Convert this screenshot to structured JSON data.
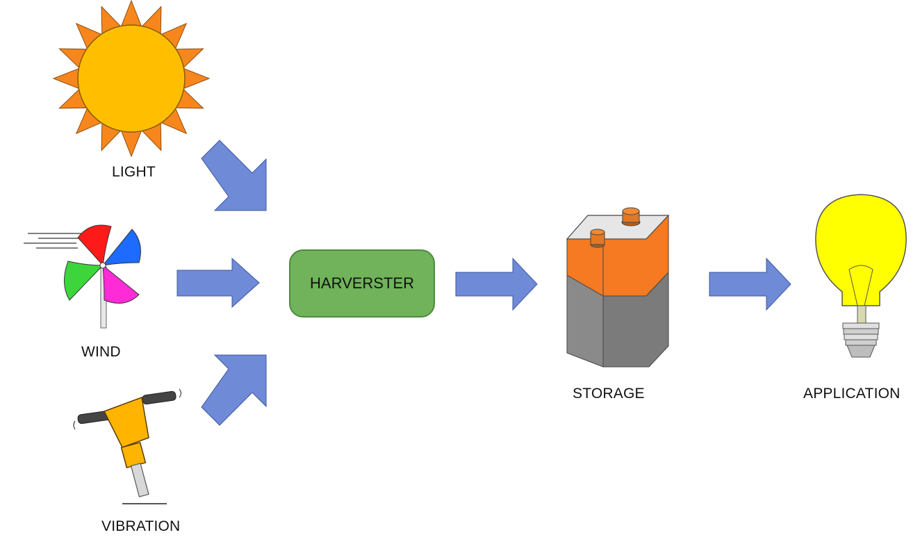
{
  "sources": [
    {
      "label": "LIGHT",
      "icon": "sun-icon"
    },
    {
      "label": "WIND",
      "icon": "pinwheel-icon"
    },
    {
      "label": "VIBRATION",
      "icon": "jackhammer-icon"
    }
  ],
  "harvester": {
    "label": "HARVERSTER"
  },
  "storage": {
    "label": "STORAGE",
    "icon": "battery-icon"
  },
  "application": {
    "label": "APPLICATION",
    "icon": "light-bulb-icon"
  },
  "colors": {
    "arrow": "#6f8ad6",
    "harvester_fill": "#70b35a",
    "sun": "#ffbf00",
    "sun_rays": "#f7871d",
    "battery_top": "#f57a21",
    "battery_body": "#7b7b7b",
    "bulb": "#ffff00",
    "jackhammer": "#ffb400"
  }
}
